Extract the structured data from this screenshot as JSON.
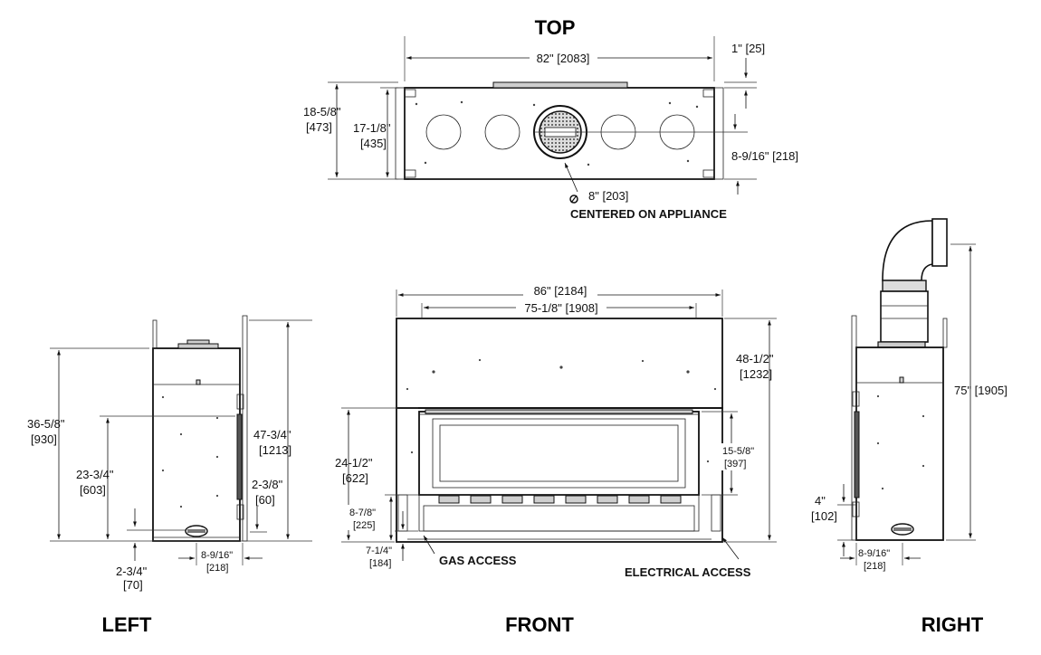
{
  "views": {
    "top": "TOP",
    "left": "LEFT",
    "front": "FRONT",
    "right": "RIGHT"
  },
  "top_view": {
    "width_in": "82\" [2083]",
    "offset_in": "1\" [25]",
    "depth_outer": [
      "18-5/8\"",
      "[473]"
    ],
    "depth_inner": [
      "17-1/8\"",
      "[435]"
    ],
    "flue_offset": "8-9/16\" [218]",
    "vent_size": "8\" [203]",
    "vent_note": "CENTERED ON APPLIANCE"
  },
  "left_view": {
    "height_top": [
      "36-5/8\"",
      "[930]"
    ],
    "height_mid": [
      "23-3/4\"",
      "[603]"
    ],
    "height_total": [
      "47-3/4\"",
      "[1213]"
    ],
    "side_offset": [
      "2-3/8\"",
      "[60]"
    ],
    "bottom_offset": [
      "2-3/4\"",
      "[70]"
    ],
    "access_width": [
      "8-9/16\"",
      "[218]"
    ]
  },
  "front_view": {
    "overall_width": "86\" [2184]",
    "inner_width": "75-1/8\" [1908]",
    "overall_height": [
      "48-1/2\"",
      "[1232]"
    ],
    "opening_height": [
      "24-1/2\"",
      "[622]"
    ],
    "glass_height": [
      "15-5/8\"",
      "[397]"
    ],
    "base_height": [
      "8-7/8\"",
      "[225]"
    ],
    "bottom_height": [
      "7-1/4\"",
      "[184]"
    ],
    "gas_access": "GAS ACCESS",
    "electrical_access": "ELECTRICAL ACCESS"
  },
  "right_view": {
    "total_height": "75\" [1905]",
    "bottom_offset": [
      "4\"",
      "[102]"
    ],
    "access_width": [
      "8-9/16\"",
      "[218]"
    ]
  }
}
